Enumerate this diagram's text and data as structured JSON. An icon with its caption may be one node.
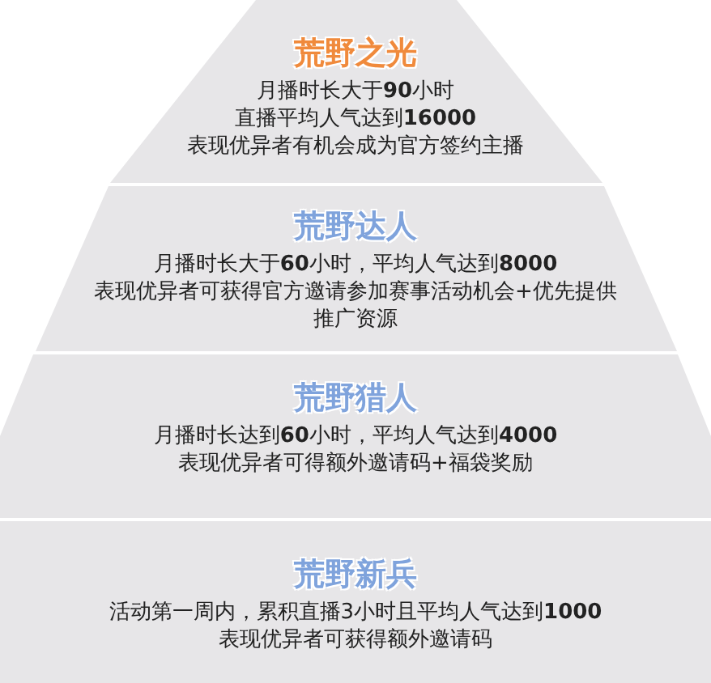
{
  "diagram": {
    "nodes": [
      {
        "text": [
          "荒野之光",
          "月播时长大于**90**小时",
          "直播平均人气达到**16000**",
          "表现优异者有机会成为官方签约主播"
        ]
      },
      {
        "text": [
          "荒野达人",
          "月播时长大于**60**小时，平均人气达到**8000**",
          "表现优异者可获得官方邀请参加赛事活动机会+优先提供推广资源"
        ]
      },
      {
        "text": [
          "荒野猎人",
          "月播时长达到**60**小时，平均人气达到**4000**",
          "表现优异者可得额外邀请码+福袋奖励"
        ]
      },
      {
        "text": [
          "荒野新兵",
          "活动第一周内，累积直播3小时且平均人气达到**1000**",
          "表现优异者可获得额外邀请码"
        ]
      }
    ]
  }
}
